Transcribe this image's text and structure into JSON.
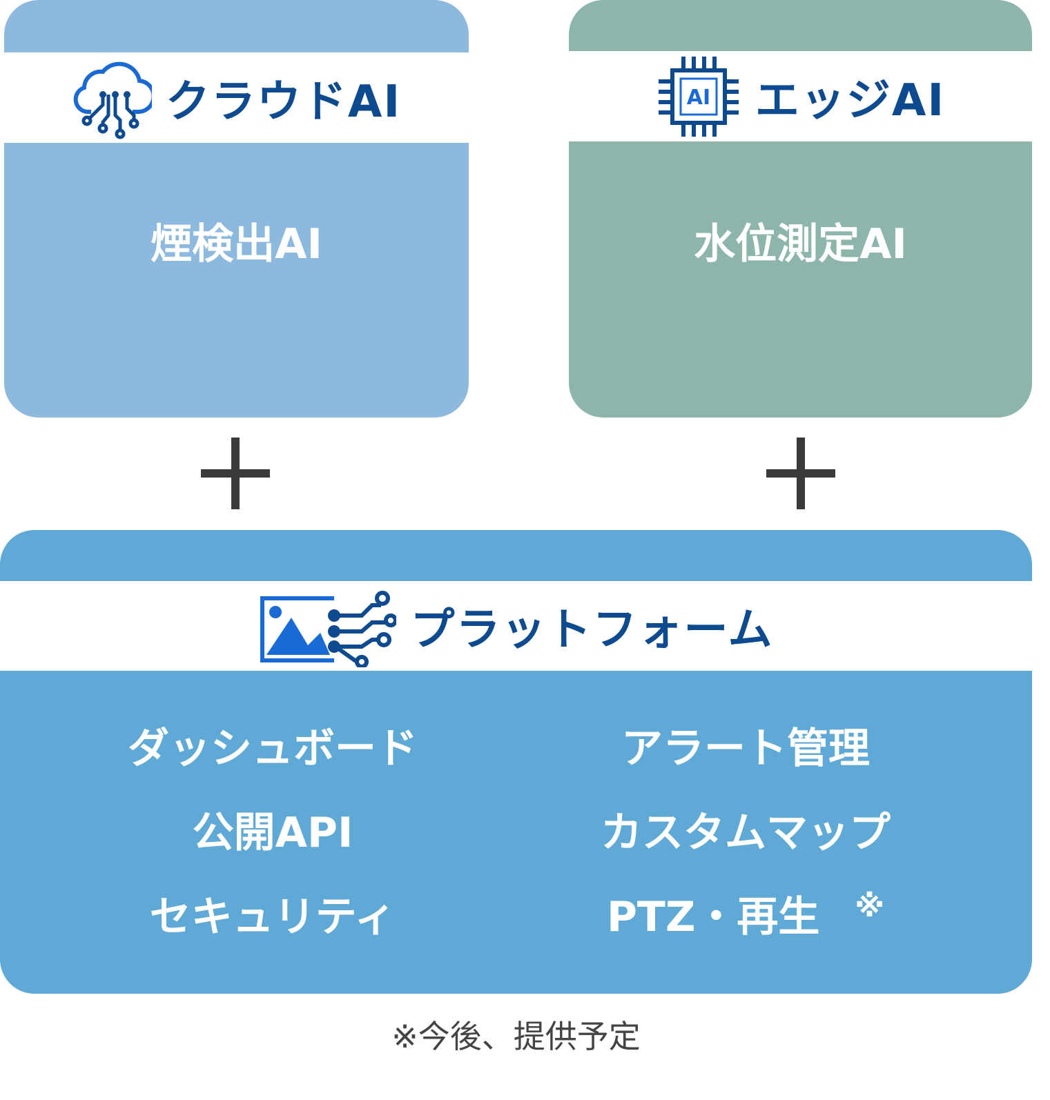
{
  "cloud_card": {
    "title": "クラウドAI",
    "body": "煙検出AI",
    "color": "#8db9de"
  },
  "edge_card": {
    "title": "エッジAI",
    "body": "水位測定AI",
    "chip_label": "AI",
    "color": "#8db5ab"
  },
  "platform_card": {
    "title": "プラットフォーム",
    "color": "#5fa9d6",
    "items": [
      "ダッシュボード",
      "アラート管理",
      "公開API",
      "カスタムマップ",
      "セキュリティ",
      "PTZ・再生"
    ],
    "asterisk": "※"
  },
  "footnote": "※今後、提供予定"
}
